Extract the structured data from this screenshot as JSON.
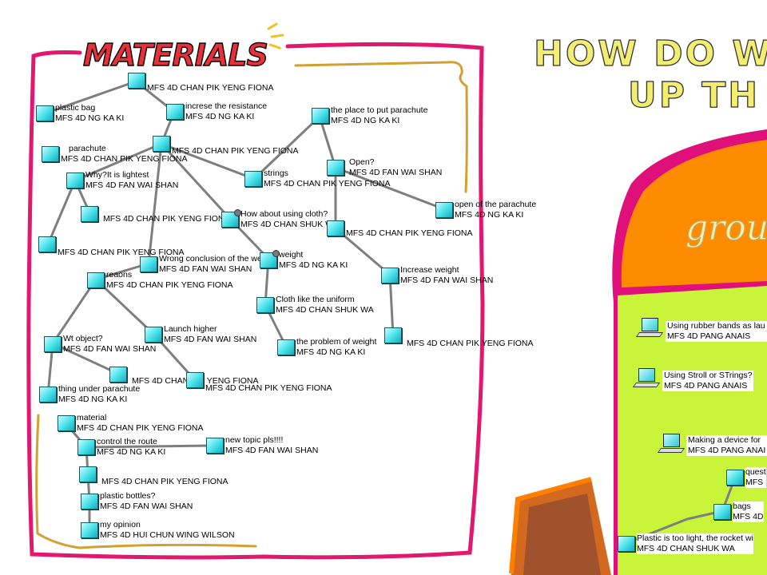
{
  "header": {
    "materials_title": "MATERIALS",
    "question_line1": "HOW DO W",
    "question_line2": "UP TH",
    "ground_word": "grou"
  },
  "nodes": [
    {
      "id": "n1",
      "text": "",
      "author": "MFS 4D CHAN PIK YENG FIONA"
    },
    {
      "id": "n2",
      "text": "plastic bag",
      "author": "MFS 4D NG KA KI"
    },
    {
      "id": "n3",
      "text": "increse the resistance",
      "author": "MFS 4D NG KA KI"
    },
    {
      "id": "n4",
      "text": "the place to put parachute",
      "author": "MFS 4D NG KA KI"
    },
    {
      "id": "n5",
      "text": "parachute",
      "author": "MFS 4D CHAN PIK YENG FIONA"
    },
    {
      "id": "n6",
      "text": "",
      "author": "MFS 4D CHAN PIK YENG FIONA"
    },
    {
      "id": "n7",
      "text": "Why?It is lightest",
      "author": "MFS 4D FAN WAI SHAN"
    },
    {
      "id": "n8",
      "text": "strings",
      "author": "MFS 4D CHAN PIK YENG FIONA"
    },
    {
      "id": "n9",
      "text": "Open?",
      "author": "MFS 4D FAN WAI SHAN"
    },
    {
      "id": "n10",
      "text": "",
      "author": "MFS 4D CHAN PIK YENG FIONA"
    },
    {
      "id": "n11",
      "text": "How about using cloth?",
      "author": "MFS 4D CHAN SHUK WA"
    },
    {
      "id": "n12",
      "text": "open of the parachute",
      "author": "MFS 4D NG KA KI"
    },
    {
      "id": "n13",
      "text": "",
      "author": "MFS 4D CHAN PIK YENG FIONA"
    },
    {
      "id": "n14",
      "text": "",
      "author": "MFS 4D CHAN PIK YENG FIONA"
    },
    {
      "id": "n15",
      "text": "Wrong conclusion of the web",
      "author": "MFS 4D FAN WAI SHAN"
    },
    {
      "id": "n16",
      "text": "weight",
      "author": "MFS 4D NG KA KI"
    },
    {
      "id": "n17",
      "text": "reaons",
      "author": "MFS 4D CHAN PIK YENG FIONA"
    },
    {
      "id": "n18",
      "text": "Increase weight",
      "author": "MFS 4D FAN WAI SHAN"
    },
    {
      "id": "n19",
      "text": "Cloth like the uniform",
      "author": "MFS 4D CHAN SHUK WA"
    },
    {
      "id": "n20",
      "text": "Launch higher",
      "author": "MFS 4D FAN WAI SHAN"
    },
    {
      "id": "n21",
      "text": "Wt object?",
      "author": "MFS 4D FAN WAI SHAN"
    },
    {
      "id": "n22",
      "text": "the problem of weight",
      "author": "MFS 4D NG KA KI"
    },
    {
      "id": "n23",
      "text": "",
      "author": "MFS 4D CHAN PIK YENG FIONA"
    },
    {
      "id": "n24",
      "text": "",
      "author": "MFS 4D CHAN PIK YENG FIONA"
    },
    {
      "id": "n25",
      "text": "",
      "author": "MFS 4D CHAN PIK YENG FIONA"
    },
    {
      "id": "n26",
      "text": "thing under parachute",
      "author": "MFS 4D NG KA KI"
    },
    {
      "id": "n27",
      "text": "material",
      "author": "MFS 4D CHAN PIK YENG FIONA"
    },
    {
      "id": "n28",
      "text": "control the route",
      "author": "MFS 4D NG KA KI"
    },
    {
      "id": "n29",
      "text": "new topic pls!!!!",
      "author": "MFS 4D FAN WAI SHAN"
    },
    {
      "id": "n30",
      "text": "",
      "author": "MFS 4D CHAN PIK YENG FIONA"
    },
    {
      "id": "n31",
      "text": "plastic bottles?",
      "author": "MFS 4D FAN WAI SHAN"
    },
    {
      "id": "n32",
      "text": "my opinion",
      "author": "MFS 4D HUI CHUN WING WILSON"
    }
  ],
  "group_items": [
    {
      "id": "g1",
      "text": "Using rubber bands as lau",
      "author": "MFS 4D PANG ANAIS"
    },
    {
      "id": "g2",
      "text": "Using Stroll or STrings?",
      "author": "MFS 4D PANG ANAIS"
    },
    {
      "id": "g3",
      "text": "Making a device for",
      "author": "MFS 4D PANG ANAI"
    },
    {
      "id": "g4",
      "text": "quest",
      "author": "MFS"
    },
    {
      "id": "g5",
      "text": "bags",
      "author": "MFS 4D"
    },
    {
      "id": "g6",
      "text": "Plastic is too light, the rocket wi",
      "author": "MFS 4D CHAN SHUK WA"
    }
  ]
}
